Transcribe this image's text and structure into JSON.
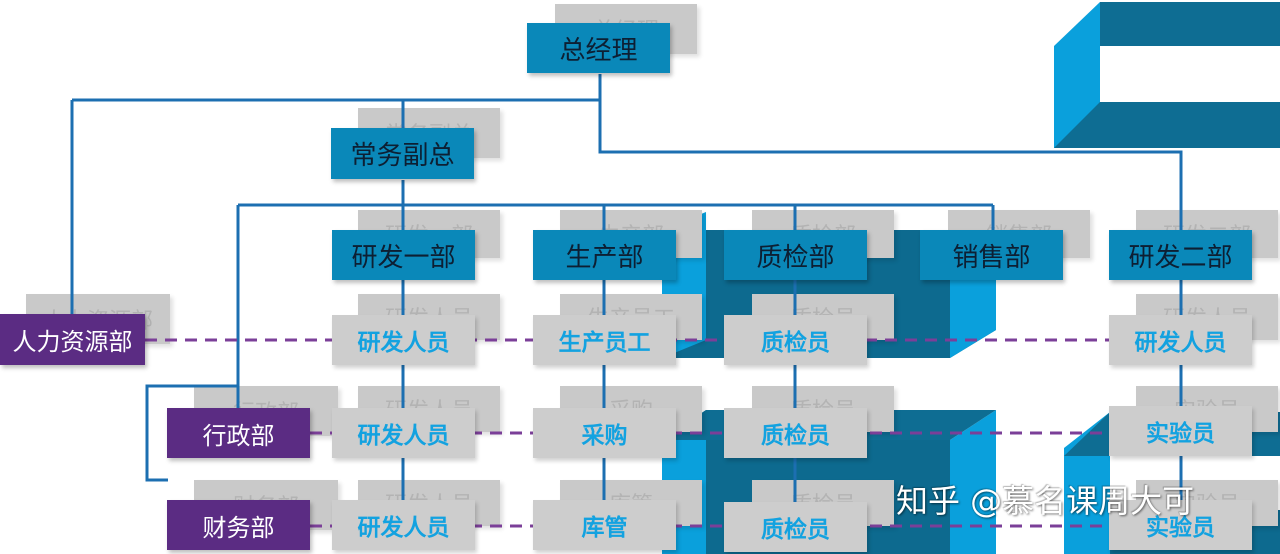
{
  "colors": {
    "dept_fill": "#0a88b9",
    "connector_line": "#1c6fb1",
    "dashed_line": "#7b3f98",
    "side_fill": "#5b2c83",
    "staff_fill": "#cdcdcd",
    "staff_text": "#13a2e0",
    "ghost_fill": "#c9c9c9"
  },
  "org": {
    "gm": "总经理",
    "deputy": "常务副总",
    "depts": {
      "rd1": "研发一部",
      "prod": "生产部",
      "qc": "质检部",
      "sales": "销售部",
      "rd2": "研发二部"
    },
    "side_depts": {
      "hr": "人力资源部",
      "admin": "行政部",
      "finance": "财务部"
    },
    "staff": {
      "rd1": [
        "研发人员",
        "研发人员",
        "研发人员"
      ],
      "prod": [
        "生产员工",
        "采购",
        "库管"
      ],
      "qc": [
        "质检员",
        "质检员",
        "质检员"
      ],
      "rd2": [
        "研发人员",
        "实验员",
        "实验员"
      ]
    }
  },
  "ghost_labels": {
    "gm": "总经理",
    "deputy": "常务副总",
    "rd1": "研发一部",
    "prod": "生产部",
    "qc": "质检部",
    "sales": "销售部",
    "rd2": "研发二部",
    "hr": "人力资源部",
    "admin": "行政部",
    "finance": "财务部",
    "rd_staff": "研发人员",
    "prod_staff": "生产员工",
    "purchase": "采购",
    "stock": "库管",
    "qc_staff": "质检员",
    "lab": "实验员"
  },
  "watermark": "知乎 @慕名课周大可"
}
